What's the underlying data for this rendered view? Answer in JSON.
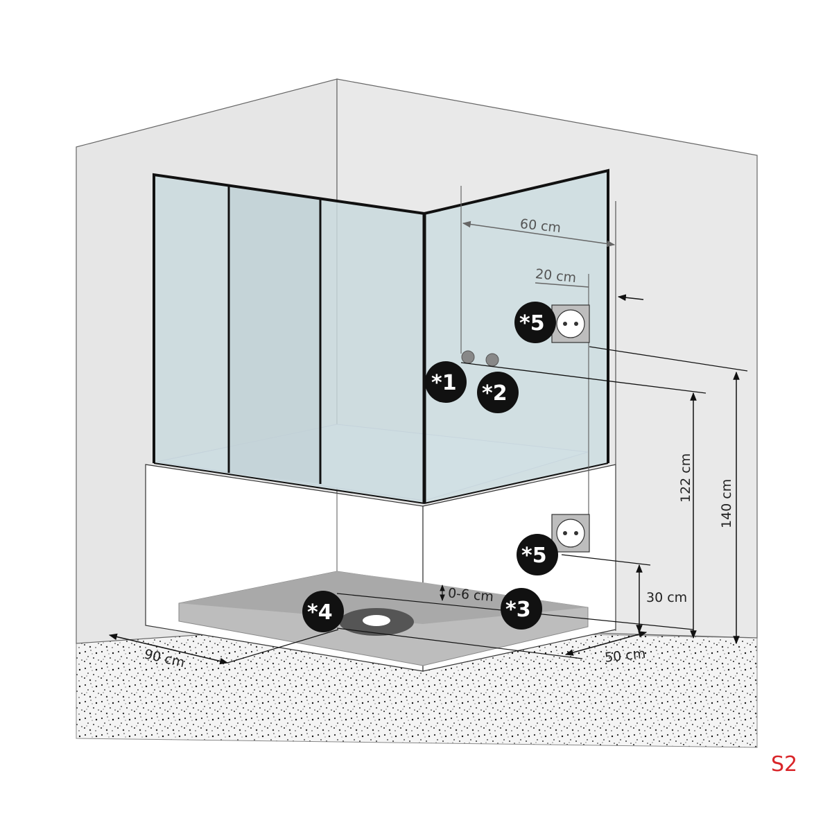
{
  "dimensions": {
    "d60": "60 cm",
    "d20": "20 cm",
    "d122": "122 cm",
    "d140": "140 cm",
    "d30": "30 cm",
    "d06": "0-6 cm",
    "d90": "90 cm",
    "d50": "50 cm"
  },
  "markers": {
    "m1": "*1",
    "m2": "*2",
    "m3": "*3",
    "m4": "*4",
    "m5a": "*5",
    "m5b": "*5"
  },
  "sheet_tag": "S2",
  "colors": {
    "wall_left": "#e6e6e6",
    "wall_right": "#e9e9e9",
    "glass": "#c9d9dd",
    "tray": "#e6f1f3",
    "floor": "#c8c8c8",
    "tag": "#d9262a"
  }
}
